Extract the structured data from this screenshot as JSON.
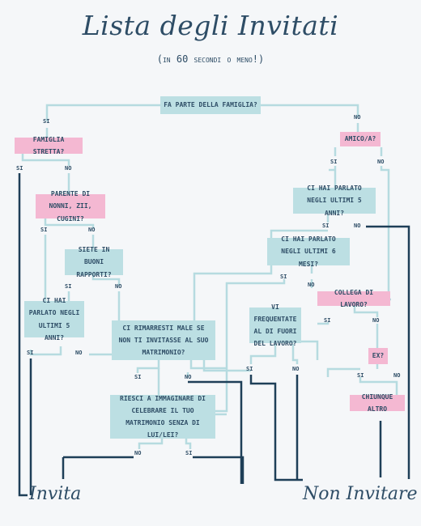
{
  "title": "Lista degli Invitati",
  "subtitle": "(in 60 secondi o meno!)",
  "nodes": {
    "famiglia": "Fa parte della famiglia?",
    "stretta": "Famiglia stretta?",
    "amico": "Amico/a?",
    "parente": "Parente di nonni, zii, cugini?",
    "parlato5a": "Ci hai parlato negli ultimi 5 anni?",
    "rapporti": "Siete in buoni rapporti?",
    "parlato6m": "Ci hai parlato negli ultimi 6 mesi?",
    "parlato5b": "Ci hai parlato negli ultimi 5 anni?",
    "collega": "Collega di lavoro?",
    "frequentate": "Vi frequentate al di fuori del lavoro?",
    "rimarresti": "Ci rimarresti male se non ti invitasse al suo matrimonio?",
    "ex": "Ex?",
    "immaginare": "Riesci a immaginare di celebrare il tuo matrimonio senza di lui/lei?",
    "chiunque": "Chiunque altro"
  },
  "answers": {
    "yes": "SI",
    "no": "NO"
  },
  "outcomes": {
    "invite": "Invita",
    "dont_invite": "Non Invitare"
  },
  "colors": {
    "question_box": "#bcdfe3",
    "category_box": "#f4b8d2",
    "connector": "#b6dbe0",
    "outcome_line": "#1e3f58",
    "text": "#2e4d66"
  }
}
